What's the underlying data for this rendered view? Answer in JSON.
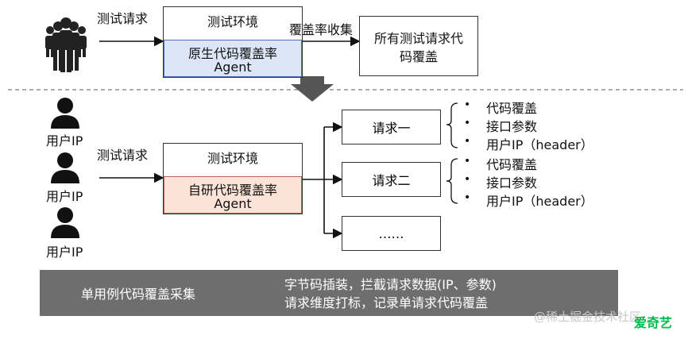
{
  "top": {
    "request_label": "测试请求",
    "env_title": "测试环境",
    "agent_line1": "原生代码覆盖率",
    "agent_line2": "Agent",
    "collect_label": "覆盖率收集",
    "result_line1": "所有测试请求代",
    "result_line2": "码覆盖"
  },
  "bottom": {
    "users": [
      "用户IP",
      "用户IP",
      "用户IP"
    ],
    "request_label": "测试请求",
    "env_title": "测试环境",
    "agent_line1": "自研代码覆盖率",
    "agent_line2": "Agent",
    "requests": [
      "请求一",
      "请求二",
      "……"
    ],
    "details": [
      [
        "代码覆盖",
        "接口参数",
        "用户IP（header）"
      ],
      [
        "代码覆盖",
        "接口参数",
        "用户IP（header）"
      ]
    ]
  },
  "banner": {
    "title": "单用例代码覆盖采集",
    "points": [
      "字节码插装，拦截请求数据(IP、参数)",
      "请求维度打标，记录单请求代码覆盖"
    ]
  },
  "watermark": "@稀土掘金技术社区",
  "brand": "爱奇艺",
  "colors": {
    "native_agent_fill": "#dce6f7",
    "native_agent_border": "#4a72c4",
    "custom_agent_fill": "#fbe3d8",
    "custom_agent_border": "#c0604a",
    "banner_bg": "#6e6e6e",
    "brand_green": "#00b84a"
  }
}
